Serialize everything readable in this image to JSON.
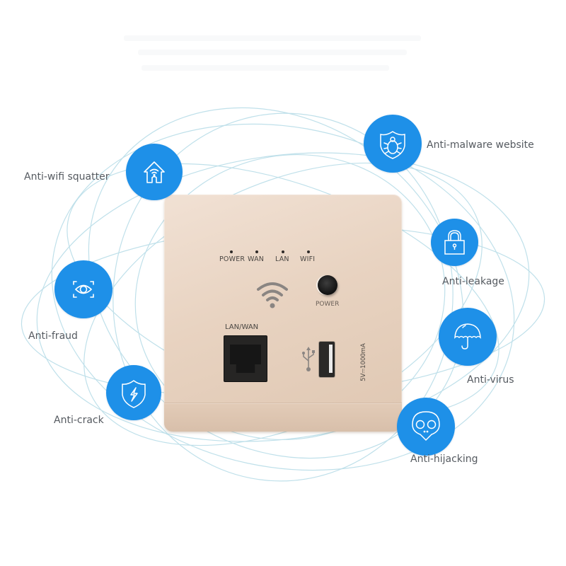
{
  "colors": {
    "accent_blue": "#1E90E8",
    "orbit_line": "#B9DCE6",
    "panel_gold": "#E8D3C1",
    "label_gray": "#555A60"
  },
  "device": {
    "led_labels": [
      "POWER",
      "WAN",
      "LAN",
      "WIFI"
    ],
    "power_button_label": "POWER",
    "port_label": "LAN/WAN",
    "usb_rating": "5V⎓1000mA",
    "icons": [
      "wifi-icon",
      "power-button",
      "rj45-port",
      "usb-icon",
      "usb-port"
    ]
  },
  "features": [
    {
      "label": "Anti-wifi squatter",
      "icon": "house-wifi-icon"
    },
    {
      "label": "Anti-malware website",
      "icon": "shield-bug-icon"
    },
    {
      "label": "Anti-fraud",
      "icon": "eye-scan-icon"
    },
    {
      "label": "Anti-crack",
      "icon": "shield-lightning-icon"
    },
    {
      "label": "Anti-leakage",
      "icon": "padlock-icon"
    },
    {
      "label": "Anti-virus",
      "icon": "umbrella-icon"
    },
    {
      "label": "Anti-hijacking",
      "icon": "skull-icon"
    }
  ]
}
